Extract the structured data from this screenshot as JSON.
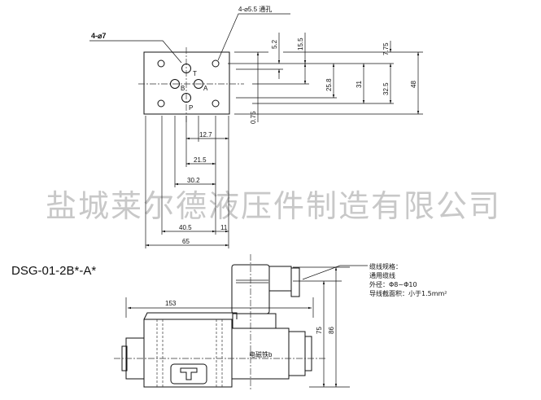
{
  "watermark": "盐城莱尔德液压件制造有限公司",
  "model": "DSG-01-2B*-A*",
  "top_view": {
    "callout_holes_large": "4-⌀7",
    "callout_holes_through": "4-⌀5.5 通孔",
    "ports": {
      "T": "T",
      "B": "B",
      "A": "A",
      "P": "P"
    },
    "dims_horizontal": [
      "12.7",
      "21.5",
      "30.2",
      "40.5",
      "11",
      "65"
    ],
    "dims_vertical": [
      "0.75",
      "5.2",
      "15.5",
      "25.8",
      "31",
      "32.5",
      "7.75",
      "48"
    ]
  },
  "side_view": {
    "dim_length": "153",
    "dim_height_75": "75",
    "dim_height_86": "86",
    "coil_label": "电磁铁b",
    "cable_note": [
      "缆线规格：",
      "通用缆线",
      "外径：Φ8~Φ10",
      "导线截面积：小于1.5mm²"
    ]
  }
}
